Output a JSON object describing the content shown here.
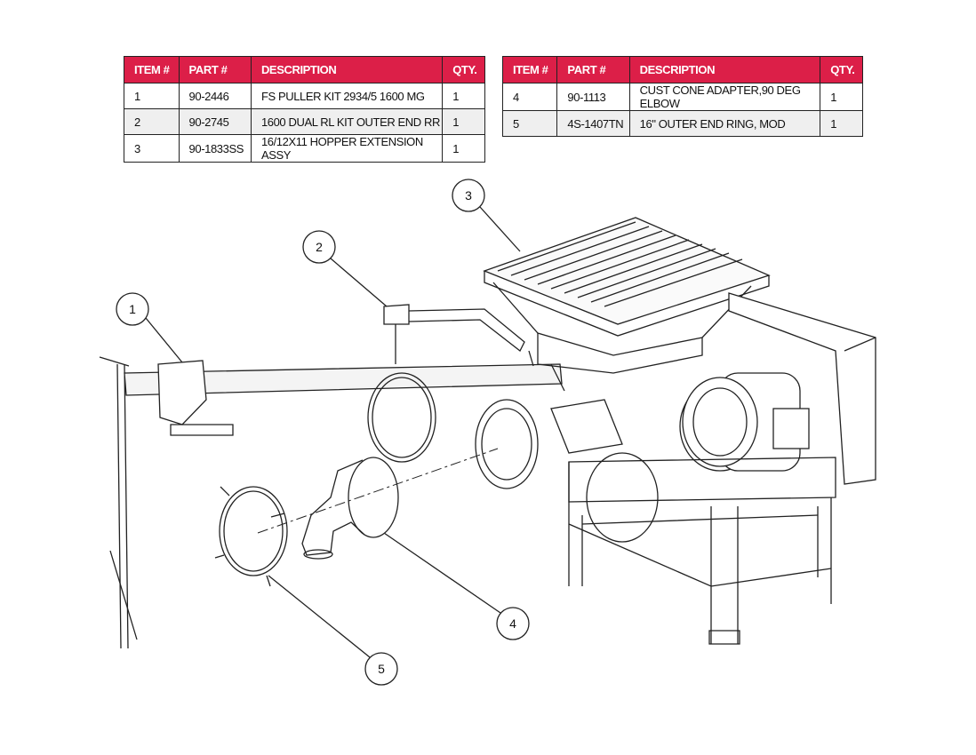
{
  "table_headers": {
    "item": "ITEM #",
    "part": "PART #",
    "description": "DESCRIPTION",
    "qty": "QTY."
  },
  "table_left": [
    {
      "item": "1",
      "part": "90-2446",
      "description": "FS PULLER KIT 2934/5 1600 MG",
      "qty": "1"
    },
    {
      "item": "2",
      "part": "90-2745",
      "description": "1600 DUAL RL KIT OUTER END RR",
      "qty": "1"
    },
    {
      "item": "3",
      "part": "90-1833SS",
      "description": "16/12X11 HOPPER EXTENSION ASSY",
      "qty": "1"
    }
  ],
  "table_right": [
    {
      "item": "4",
      "part": "90-1113",
      "description": "CUST CONE ADAPTER,90 DEG ELBOW",
      "qty": "1"
    },
    {
      "item": "5",
      "part": "4S-1407TN",
      "description": "16\" OUTER END RING, MOD",
      "qty": "1"
    }
  ],
  "callouts": [
    "1",
    "2",
    "3",
    "4",
    "5"
  ],
  "colors": {
    "header": "#dc1f48",
    "alt_row": "#efefef"
  }
}
